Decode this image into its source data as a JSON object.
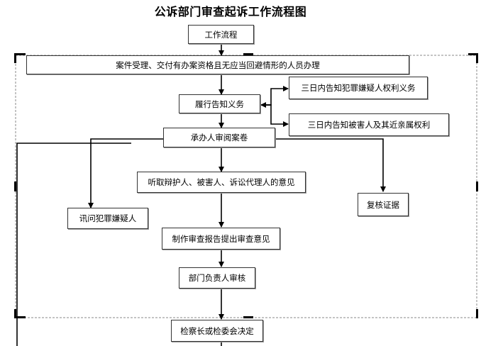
{
  "title": "公诉部门审查起诉工作流程图",
  "nodes": {
    "workflow": "工作流程",
    "intake": "案件受理、交付有办案资格且无应当回避情形的人员办理",
    "notify_duty": "履行告知义务",
    "notify_suspect": "三日内告知犯罪嫌疑人权利义务",
    "notify_victim": "三日内告知被害人及其近亲属权利",
    "review_file": "承办人审阅案卷",
    "hear_opinions": "听取辩护人、被害人、诉讼代理人的意见",
    "interrogate": "讯问犯罪嫌疑人",
    "verify_evidence": "复核证据",
    "report": "制作审查报告提出审查意见",
    "dept_head": "部门负责人审核",
    "decision": "检察长或检委会决定"
  },
  "colors": {
    "line": "#000000",
    "frame": "#888888"
  }
}
